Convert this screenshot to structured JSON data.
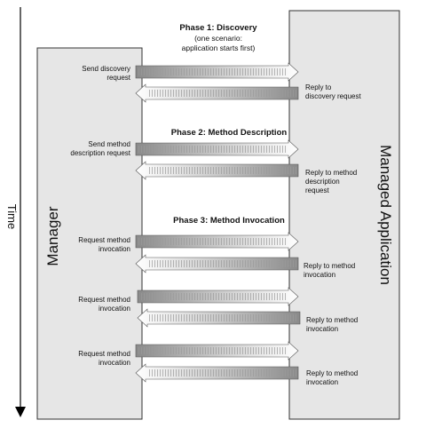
{
  "time_axis": {
    "label": "Time"
  },
  "manager": {
    "label": "Manager",
    "fill": "#e6e6e6"
  },
  "managed_application": {
    "label": "Managed Application",
    "fill": "#e6e6e6"
  },
  "phases": [
    {
      "title": "Phase 1: Discovery",
      "note": "(one scenario:\napplication starts first)"
    },
    {
      "title": "Phase 2: Method Description"
    },
    {
      "title": "Phase 3: Method Invocation"
    }
  ],
  "messages": [
    {
      "direction": "to-application",
      "label": "Send discovery\nrequest"
    },
    {
      "direction": "to-manager",
      "label": "Reply to\ndiscovery request"
    },
    {
      "direction": "to-application",
      "label": "Send method\ndescription request"
    },
    {
      "direction": "to-manager",
      "label": "Reply to method\ndescription\nrequest"
    },
    {
      "direction": "to-application",
      "label": "Request method\ninvocation"
    },
    {
      "direction": "to-manager",
      "label": "Reply to method\ninvocation"
    },
    {
      "direction": "to-application",
      "label": "Request method\ninvocation"
    },
    {
      "direction": "to-manager",
      "label": "Reply to method\ninvocation"
    },
    {
      "direction": "to-application",
      "label": "Request method\ninvocation"
    },
    {
      "direction": "to-manager",
      "label": "Reply to method\ninvocation"
    }
  ]
}
